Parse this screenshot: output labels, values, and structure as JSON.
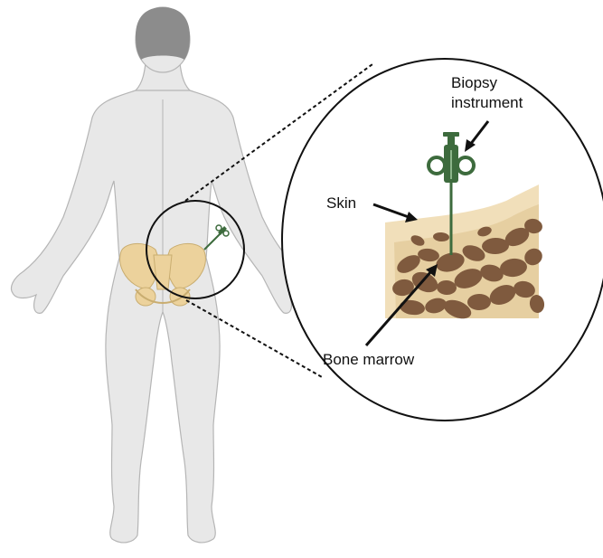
{
  "labels": {
    "biopsy_line1": "Biopsy",
    "biopsy_line2": "instrument",
    "skin": "Skin",
    "bone_marrow": "Bone marrow"
  },
  "colors": {
    "body_fill": "#e8e8e8",
    "body_stroke": "#b5b5b5",
    "hair": "#8c8c8c",
    "pelvis": "#ecd29c",
    "pelvis_stroke": "#c9ad70",
    "skin_layer": "#f1dfba",
    "marrow_bg": "#e6cfa1",
    "marrow_spot": "#7f5a3e",
    "instrument": "#3d6b3d",
    "instrument_light": "#8cb48a",
    "outline": "#111111"
  }
}
